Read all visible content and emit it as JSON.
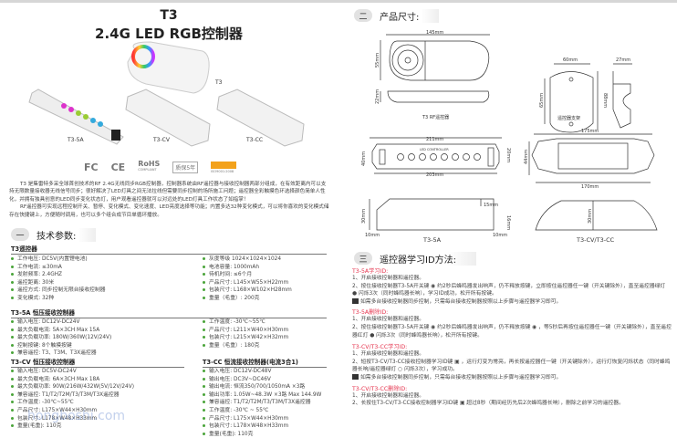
{
  "header": {
    "model": "T3",
    "title": "2.4G LED RGB控制器"
  },
  "products": {
    "remote": "T3",
    "p1": "T3-5A",
    "p2": "T3-CV",
    "p3": "T3-CC"
  },
  "certs": [
    "FC",
    "CE",
    "RoHS",
    "COMPLIANT",
    "质保5年",
    "ISO9001:2008"
  ],
  "intro": [
    "T3 是集雷特多采全球首创技术的RF 2.4G无线同步RGB控制器，控制器系统由RF遥控器与接收控制器两部分组成，在有效距离内可以支持无限数量接收器无线信号同步；很好解决了LED灯具之间无法拉线但需要同步控制的场所施工问题；遥控器全彩触摸色环选择颜色简单人性化，并拥有独具创意的LED同步变化状态灯，用户观看遥控器就可以对远处的LED灯具工作状态了如指掌！",
    "RF遥控器可实现远程控制开关、暂停、变化模式、变化速度、LED亮度选择等功能；内置多达32种变化模式，可以将你喜欢的变化模式储存在快捷键上，方便随时调用，也可以多个组合成节目单循环播放。"
  ],
  "sections": {
    "s1_num": "一",
    "s1": "技术参数:",
    "s2_num": "二",
    "s2": "产品尺寸:",
    "s3_num": "三",
    "s3": "遥控器学习ID方法:"
  },
  "t3": {
    "title": "T3遥控器",
    "left": [
      "工作电压: DC5V(内置锂电池)",
      "工作电流: ≤30mA",
      "发射频率: 2.4GHZ",
      "遥控距离: 30米",
      "遥控方式: 同步控制无限台接收控制器",
      "变化模式: 32种"
    ],
    "right": [
      "灰度等级 1024×1024×1024",
      "电池容量: 1000mAh",
      "待机时间: ≤6个月",
      "产品尺寸: L145×W55×H22mm",
      "包装尺寸: L168×W102×H28mm",
      "重量（毛重）: 200克"
    ]
  },
  "t35a": {
    "title": "T3-5A 恒压接收控制器",
    "left": [
      "输入电压: DC12V-DC24V",
      "最大负载电流: 5A×3CH   Max 15A",
      "最大负载功率: 180W/360W(12V/24V)",
      "控制按键: 8个触摸按键",
      "兼容遥控: T3、T3M、T3X遥控器"
    ],
    "right": [
      "工作温度: -30℃~55℃",
      "产品尺寸: L211×W40×H30mm",
      "包装尺寸: L215×W42×H32mm",
      "重量（毛重）: 180克"
    ]
  },
  "t3cv": {
    "title": "T3-CV 恒压接收控制器",
    "items": [
      "输入电压: DC5V-DC24V",
      "最大负载电流: 6A×3CH  Max 18A",
      "最大负载功率: 90W/216W/432W(5V/12V/24V)",
      "兼容遥控: T1/T2/T2M/T3/T3M/T3X遥控器",
      "工作温度: -30℃~55℃",
      "产品尺寸: L175×W44×H30mm",
      "包装尺寸: L178×W48×H33mm",
      "重量(毛重): 110克"
    ]
  },
  "t3cc": {
    "title": "T3-CC 恒流接收控制器(电流3合1)",
    "items": [
      "输入电压: DC12V-DC48V",
      "输出电压: DC3V~DC46V",
      "输出电流: 恒流350/700/1050mA ×3路",
      "输出功率: 1.05W~48.3W ×3路  Max 144.9W",
      "兼容遥控: T1/T2/T2M/T3/T3M/T3X遥控器",
      "工作温度: -30℃ ~ 55℃",
      "产品尺寸: L175×W44×H30mm",
      "包装尺寸: L178×W48×H33mm",
      "重量(毛重): 110克"
    ]
  },
  "dims": {
    "remote_len": "145mm",
    "remote_w": "55mm",
    "remote_h": "22mm",
    "remote_caption": "T3 RF遥控器",
    "bracket_w": "60mm",
    "bracket_d": "27mm",
    "bracket_h1": "65mm",
    "bracket_h2": "88mm",
    "bracket_caption": "遥控器支架",
    "a_len": "211mm",
    "a_len2": "203mm",
    "a_w": "40mm",
    "a_w2": "20mm",
    "a_h": "30mm",
    "a_h2": "15mm",
    "a_h3": "16mm",
    "a_e1": "10mm",
    "a_e2": "10mm",
    "a_panel": "LED CONTROLLER",
    "a_caption": "T3-5A",
    "c_len": "175mm",
    "c_len2": "170mm",
    "c_w": "44mm",
    "c_h": "30mm",
    "c_caption": "T3-CV/T3-CC"
  },
  "learn": {
    "a_title": "T3-5A学习ID:",
    "a1": "1、开启接收控制器和遥控器。",
    "a2": "2、按住接收控制器T3-5A开关键 ◉ 约2秒后蜂鸣器发出响声，仍不释放按键，立即按住遥控器任一键（开关键除外），直至遥控器绿灯 ● 闪烁3次（同时蜂鸣器长响），学习ID成功，松开所有按键。",
    "a_note": "如需多台接收控制器同步控制，只需每台接收控制器按照以上步骤与遥控器学习即可。",
    "b_title": "T3-5A删除ID:",
    "b1": "1、开启接收控制器和遥控器。",
    "b2": "2、按住接收控制器T3-5A开关键 ◉ 约2秒后蜂鸣器发出响声，仍不释放按键 ◉ ，等5秒后再按住遥控器任一键（开关键除外），直至遥控器红灯 ● 闪烁3次（同时蜂鸣器长响），松开所有按键。",
    "c_title": "T3-CV/T3-CC学习ID:",
    "c1": "1、开启接收控制器和遥控器。",
    "c2": "2、短按T3-CV/T3-CC接收控制器学习ID键 ▣ ，运行灯变为常亮，再长按遥控器任一键（开关键除外），运行灯恢复闪烁状态（同时蜂鸣器长响/遥控器绿灯 ○ 闪烁3次），学习成功。",
    "c_note": "如需多台接收控制器同步控制，只需每台接收控制器按照以上步骤与遥控器学习即可。",
    "d_title": "T3-CV/T3-CC删除ID:",
    "d1": "1、开启接收控制器和遥控器。",
    "d2": "2、长按住T3-CV/T3-CC接收控制器学习ID键 ▣ 超过8秒（期间经历先后2次蜂鸣器长响），删除之前学习的遥控器。"
  },
  "watermark": "hongboshi.com"
}
